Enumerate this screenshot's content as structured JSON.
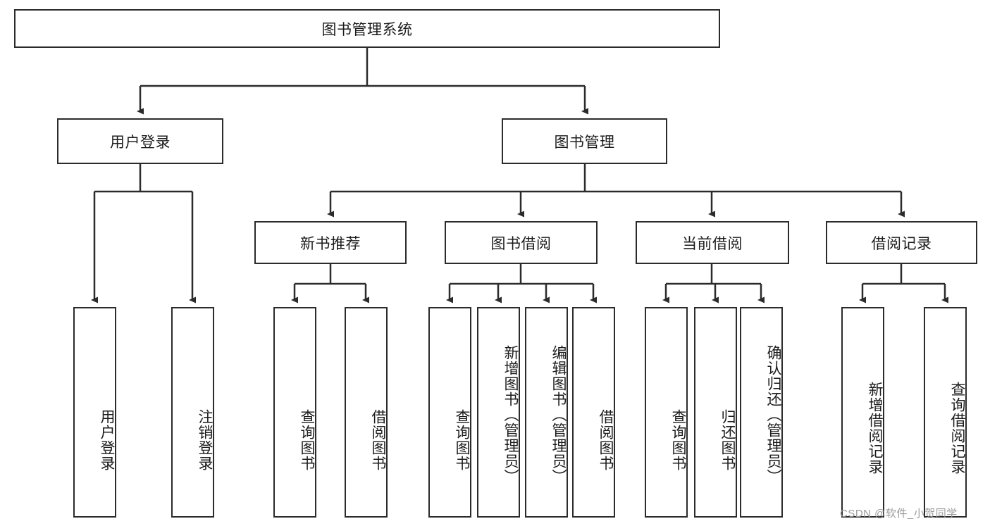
{
  "diagram": {
    "type": "tree-hierarchy-chart",
    "title": "图书管理系统",
    "root": {
      "id": "root",
      "label": "图书管理系统",
      "orientation": "horizontal"
    },
    "level1": [
      {
        "id": "user-login",
        "label": "用户登录",
        "orientation": "horizontal"
      },
      {
        "id": "book-management",
        "label": "图书管理",
        "orientation": "horizontal"
      }
    ],
    "level2": [
      {
        "id": "new-book-recommend",
        "label": "新书推荐",
        "orientation": "horizontal"
      },
      {
        "id": "book-borrow",
        "label": "图书借阅",
        "orientation": "horizontal"
      },
      {
        "id": "current-borrow",
        "label": "当前借阅",
        "orientation": "horizontal"
      },
      {
        "id": "borrow-record",
        "label": "借阅记录",
        "orientation": "horizontal"
      }
    ],
    "leaves": [
      {
        "id": "leaf-user-login",
        "label": "用户登录",
        "parent": "user-login",
        "orientation": "vertical"
      },
      {
        "id": "leaf-logout-login",
        "label": "注销登录",
        "parent": "user-login",
        "orientation": "vertical"
      },
      {
        "id": "leaf-query-book-1",
        "label": "查询图书",
        "parent": "new-book-recommend",
        "orientation": "vertical"
      },
      {
        "id": "leaf-borrow-book-1",
        "label": "借阅图书",
        "parent": "new-book-recommend",
        "orientation": "vertical"
      },
      {
        "id": "leaf-query-book-2",
        "label": "查询图书",
        "parent": "book-borrow",
        "orientation": "vertical"
      },
      {
        "id": "leaf-add-book",
        "label": "新增图书（管理员）",
        "parent": "book-borrow",
        "orientation": "vertical"
      },
      {
        "id": "leaf-edit-book",
        "label": "编辑图书（管理员）",
        "parent": "book-borrow",
        "orientation": "vertical"
      },
      {
        "id": "leaf-borrow-book-2",
        "label": "借阅图书",
        "parent": "book-borrow",
        "orientation": "vertical"
      },
      {
        "id": "leaf-query-book-3",
        "label": "查询图书",
        "parent": "current-borrow",
        "orientation": "vertical"
      },
      {
        "id": "leaf-return-book",
        "label": "归还图书",
        "parent": "current-borrow",
        "orientation": "vertical"
      },
      {
        "id": "leaf-confirm-return",
        "label": "确认归还（管理员）",
        "parent": "current-borrow",
        "orientation": "vertical"
      },
      {
        "id": "leaf-add-record",
        "label": "新增借阅记录",
        "parent": "borrow-record",
        "orientation": "vertical"
      },
      {
        "id": "leaf-query-record",
        "label": "查询借阅记录",
        "parent": "borrow-record",
        "orientation": "vertical"
      }
    ],
    "colors": {
      "box_border": "#2b2b2b",
      "box_fill": "#ffffff",
      "connector": "#2b2b2b",
      "text": "#1b1b1b",
      "watermark": "#9a9a9a",
      "background": "#ffffff"
    },
    "watermark": "CSDN @软件_小贺同学"
  }
}
